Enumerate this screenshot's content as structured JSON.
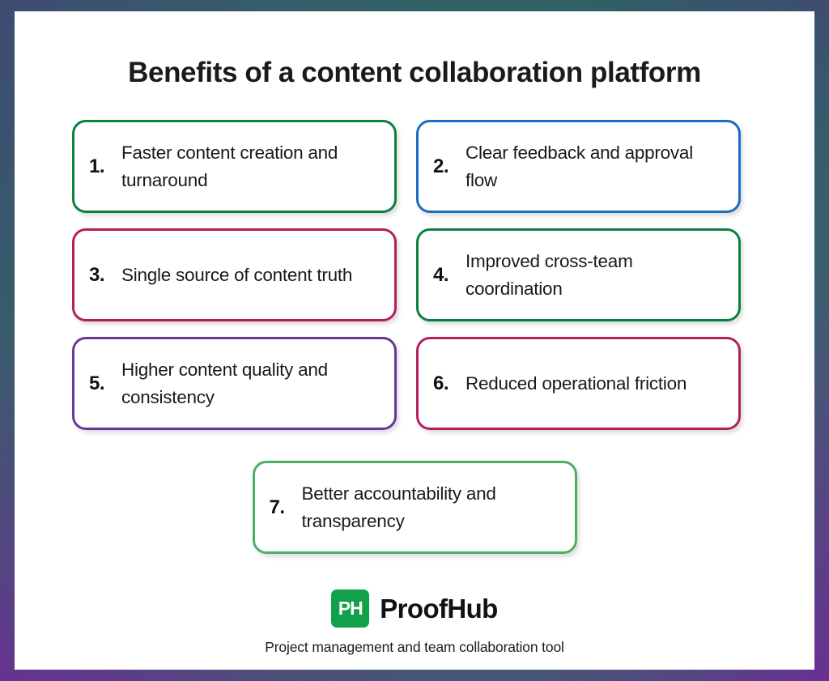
{
  "page": {
    "title": "Benefits of a content collaboration platform",
    "frame_gradient": {
      "top_left": "#3f4a72",
      "top_right": "#0d9242",
      "bottom_right": "#2b6e63",
      "bottom_left": "#6a2f93"
    },
    "background": "#ffffff"
  },
  "cards": [
    {
      "number": "1.",
      "text": "Faster content creation and turnaround",
      "border_color": "#0b8140"
    },
    {
      "number": "2.",
      "text": "Clear feedback and approval flow",
      "border_color": "#1a6cc0"
    },
    {
      "number": "3.",
      "text": "Single source of content truth",
      "border_color": "#b51e5e"
    },
    {
      "number": "4.",
      "text": "Improved cross-team coordination",
      "border_color": "#0b8140"
    },
    {
      "number": "5.",
      "text": "Higher content quality and consistency",
      "border_color": "#6b3699"
    },
    {
      "number": "6.",
      "text": "Reduced operational friction",
      "border_color": "#b51e5e"
    },
    {
      "number": "7.",
      "text": "Better accountability and transparency",
      "border_color": "#4caf62"
    }
  ],
  "footer": {
    "logo_mark_text": "PH",
    "logo_mark_color": "#12a04a",
    "brand_name": "ProofHub",
    "tagline": "Project management and team collaboration tool"
  }
}
